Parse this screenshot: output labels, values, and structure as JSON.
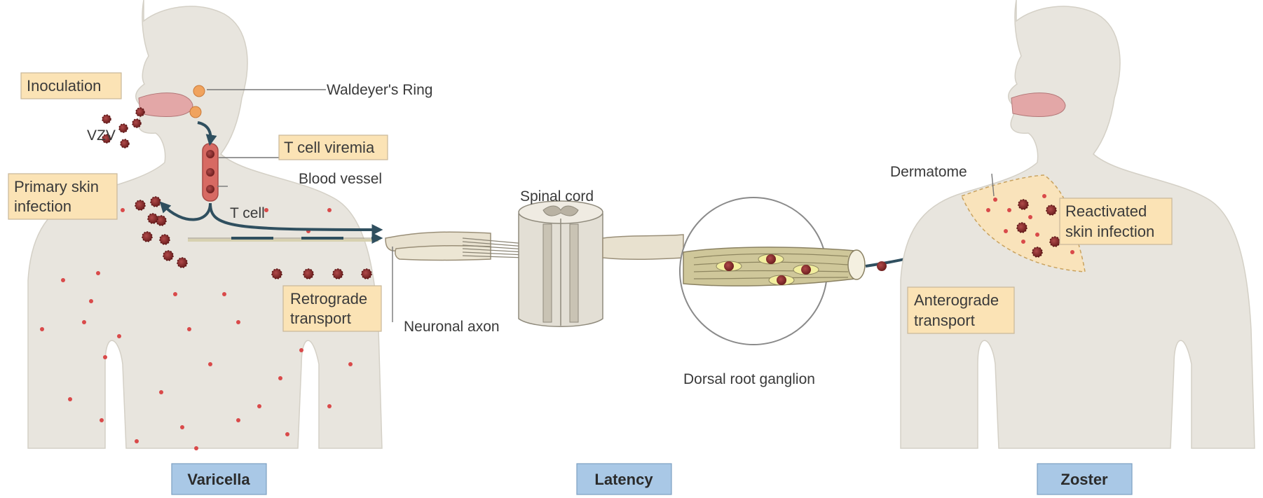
{
  "labels": {
    "inoculation": "Inoculation",
    "vzv": "VZV",
    "waldeyers_ring": "Waldeyer's Ring",
    "t_cell_viremia": "T cell viremia",
    "blood_vessel": "Blood vessel",
    "primary_skin_line1": "Primary skin",
    "primary_skin_line2": "infection",
    "t_cell": "T cell",
    "retrograde_line1": "Retrograde",
    "retrograde_line2": "transport",
    "neuronal_axon": "Neuronal axon",
    "spinal_cord": "Spinal cord",
    "dorsal_root_ganglion": "Dorsal root ganglion",
    "dermatome": "Dermatome",
    "reactivated_line1": "Reactivated",
    "reactivated_line2": "skin infection",
    "anterograde_line1": "Anterograde",
    "anterograde_line2": "transport"
  },
  "stages": {
    "varicella": "Varicella",
    "latency": "Latency",
    "zoster": "Zoster"
  },
  "colors": {
    "body": "#e8e5de",
    "label_box": "#fbe3b5",
    "stage_box": "#a9c8e6",
    "virion": "#8b2a2a",
    "arrow": "#2f4f5f",
    "skin_spot": "#d94a4a",
    "dermatome": "#fbe3b5"
  }
}
